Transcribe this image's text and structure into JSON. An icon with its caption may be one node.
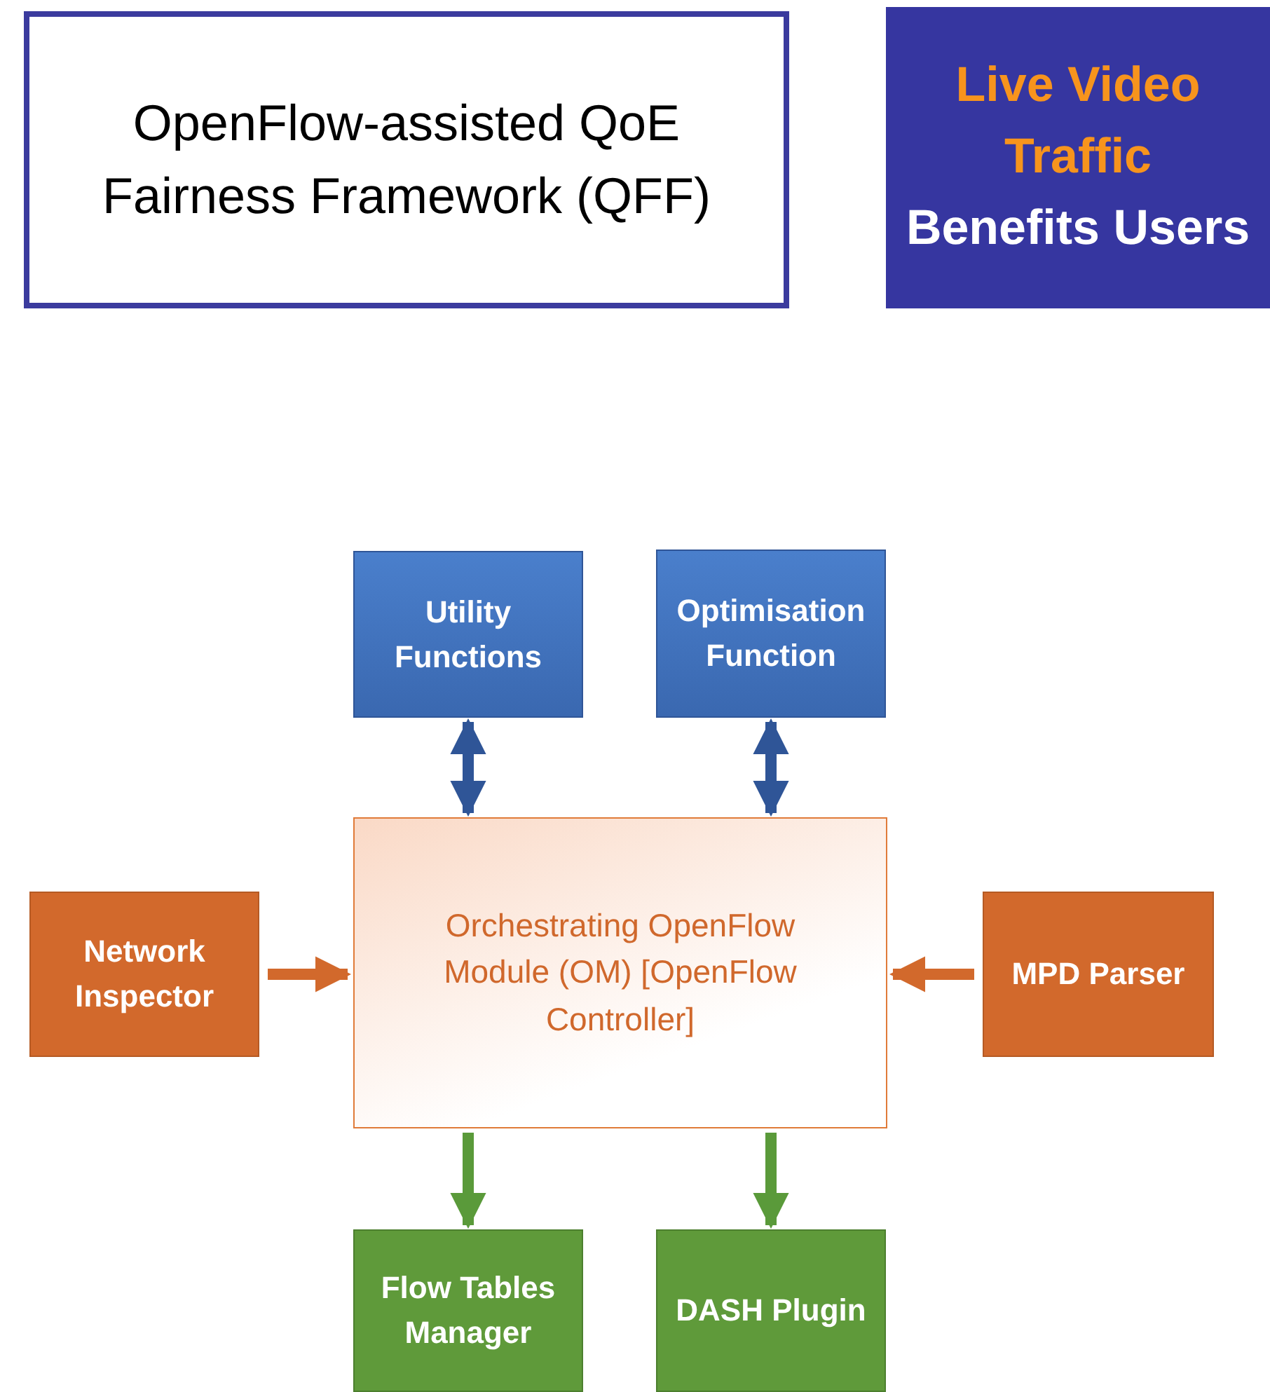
{
  "diagram": {
    "nodes": [
      {
        "text": [
          "OpenFlow-assisted QoE Fairness Framework (QFF)"
        ]
      },
      {
        "text": [
          "Live Video Traffic",
          "Benefits Users"
        ]
      },
      {
        "text": [
          "Utility Functions"
        ]
      },
      {
        "text": [
          "Optimisation Function"
        ]
      },
      {
        "text": [
          "Network Inspector"
        ]
      },
      {
        "text": [
          "Orchestrating OpenFlow Module (OM) [OpenFlow Controller]"
        ]
      },
      {
        "text": [
          "MPD Parser"
        ]
      },
      {
        "text": [
          "Flow Tables Manager"
        ]
      },
      {
        "text": [
          "DASH Plugin"
        ]
      }
    ],
    "edges": [
      {
        "from": 2,
        "to": 5,
        "arrow": "both",
        "color": "#2f5597"
      },
      {
        "from": 3,
        "to": 5,
        "arrow": "both",
        "color": "#2f5597"
      },
      {
        "from": 4,
        "to": 5,
        "arrow": "to",
        "color": "#d2692c"
      },
      {
        "from": 6,
        "to": 5,
        "arrow": "to",
        "color": "#d2692c"
      },
      {
        "from": 5,
        "to": 7,
        "arrow": "to",
        "color": "#5a9a3a"
      },
      {
        "from": 5,
        "to": 8,
        "arrow": "to",
        "color": "#5a9a3a"
      }
    ]
  }
}
